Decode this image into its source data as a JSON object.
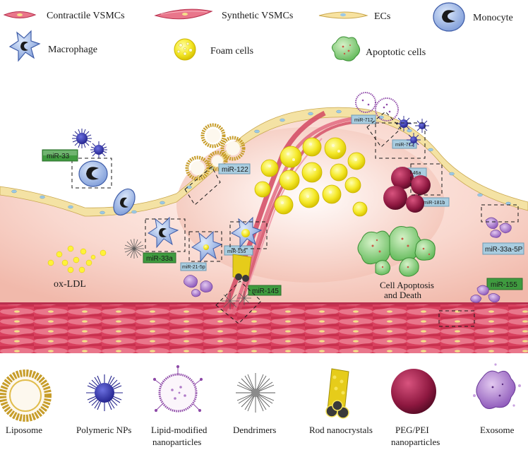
{
  "legend": {
    "contractile": "Contractile VSMCs",
    "synthetic": "Synthetic VSMCs",
    "ecs": "ECs",
    "monocyte": "Monocyte",
    "macrophage": "Macrophage",
    "foam": "Foam cells",
    "apoptotic": "Apoptotic cells"
  },
  "scene": {
    "mir33": "miR-33",
    "mir122": "miR-122",
    "mir712a": "miR-712",
    "mir712b": "miR-712",
    "mir146a": "miR-146a",
    "mir181b": "miR-181b",
    "mir33a": "miR-33a",
    "mir21": "miR-21-5p",
    "mir155a": "miR-155",
    "mir145": "miR-145",
    "mir33a5p": "miR-33a-5P",
    "mir155b": "miR-155",
    "oxldl": "ox-LDL",
    "apoptosis1": "Cell Apoptosis",
    "apoptosis2": "and Death"
  },
  "bottom": {
    "liposome": "Liposome",
    "polymeric": "Polymeric NPs",
    "lipid1": "Lipid-modified",
    "lipid2": "nanoparticles",
    "dendrimers": "Dendrimers",
    "rod": "Rod nanocrystals",
    "peg1": "PEG/PEI",
    "peg2": "nanoparticles",
    "exosome": "Exosome"
  },
  "colors": {
    "vessel_wall": "#f3c4b8",
    "lumen": "#fde7e1",
    "endothelium": "#f4e2a4",
    "smc_layer": "#e0506a",
    "green_tag": "#3f9b3f",
    "blue_tag": "#a9cde0"
  }
}
